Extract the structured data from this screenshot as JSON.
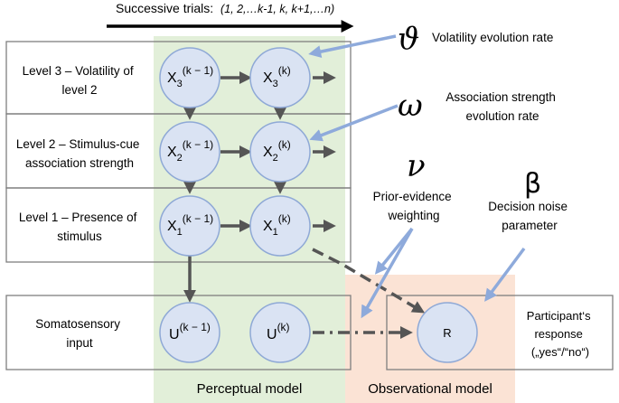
{
  "header": {
    "trials_label": "Successive trials:",
    "trials_sequence": "(1, 2,…k-1, k, k+1,…n)"
  },
  "levels": [
    {
      "line1": "Level 3 – Volatility of",
      "line2": "level 2"
    },
    {
      "line1": "Level 2 – Stimulus-cue",
      "line2": "association strength"
    },
    {
      "line1": "Level 1 – Presence of",
      "line2": "stimulus"
    },
    {
      "line1": "Somatosensory",
      "line2": "input"
    }
  ],
  "nodes": {
    "x3_prev": {
      "base": "X",
      "sub": "3",
      "sup": "(k − 1)"
    },
    "x3_cur": {
      "base": "X",
      "sub": "3",
      "sup": "(k)"
    },
    "x2_prev": {
      "base": "X",
      "sub": "2",
      "sup": "(k − 1)"
    },
    "x2_cur": {
      "base": "X",
      "sub": "2",
      "sup": "(k)"
    },
    "x1_prev": {
      "base": "X",
      "sub": "1",
      "sup": "(k − 1)"
    },
    "x1_cur": {
      "base": "X",
      "sub": "1",
      "sup": "(k)"
    },
    "u_prev": {
      "base": "U",
      "sup": "(k − 1)"
    },
    "u_cur": {
      "base": "U",
      "sup": "(k)"
    },
    "response": {
      "label": "R"
    }
  },
  "parameters": {
    "theta": {
      "symbol": "ϑ",
      "label": "Volatility evolution rate"
    },
    "omega": {
      "symbol": "ω",
      "line1": "Association strength",
      "line2": "evolution rate"
    },
    "nu": {
      "symbol": "ν",
      "line1": "Prior-evidence",
      "line2": "weighting"
    },
    "beta": {
      "symbol": "β",
      "line1": "Decision noise",
      "line2": "parameter"
    }
  },
  "response_box": {
    "line1": "Participant‘s",
    "line2": "response",
    "line3": "(„yes“/“no“)"
  },
  "models": {
    "perceptual": "Perceptual model",
    "observational": "Observational model"
  },
  "colors": {
    "perceptual_bg": "#e2efd9",
    "observational_bg": "#fbe3d5",
    "node_fill": "#dae3f3",
    "node_stroke": "#8fa9d6",
    "arrow_gray": "#555555",
    "param_arrow": "#8eaadb",
    "box_stroke": "#7f7f7f"
  }
}
